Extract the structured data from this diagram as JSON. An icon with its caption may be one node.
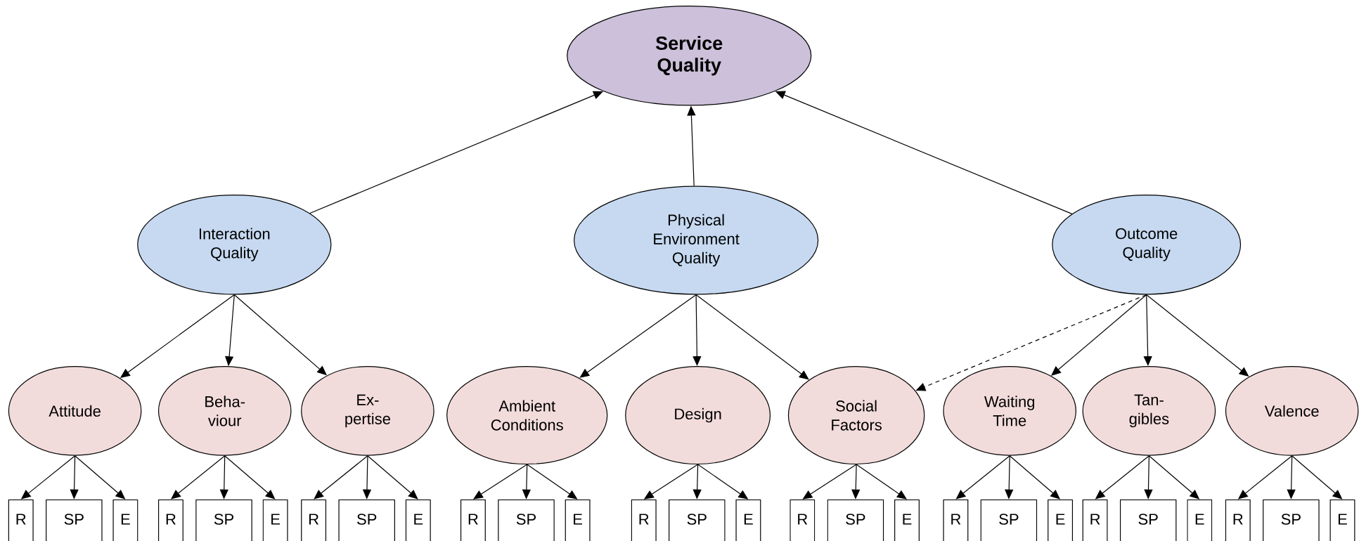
{
  "diagram": {
    "nodes": [
      {
        "text": [
          "Service Quality"
        ]
      },
      {
        "text": [
          "Interaction Quality"
        ]
      },
      {
        "text": [
          "Physical Environment Quality"
        ]
      },
      {
        "text": [
          "Outcome Quality"
        ]
      },
      {
        "text": [
          "Attitude"
        ]
      },
      {
        "text": [
          "Beha- viour"
        ]
      },
      {
        "text": [
          "Ex- pertise"
        ]
      },
      {
        "text": [
          "Ambient Conditions"
        ]
      },
      {
        "text": [
          "Design"
        ]
      },
      {
        "text": [
          "Social Factors"
        ]
      },
      {
        "text": [
          "Waiting Time"
        ]
      },
      {
        "text": [
          "Tan- gibles"
        ]
      },
      {
        "text": [
          "Valence"
        ]
      },
      {
        "text": [
          "R"
        ]
      },
      {
        "text": [
          "SP"
        ]
      },
      {
        "text": [
          "E"
        ]
      },
      {
        "text": [
          "R"
        ]
      },
      {
        "text": [
          "SP"
        ]
      },
      {
        "text": [
          "E"
        ]
      },
      {
        "text": [
          "R"
        ]
      },
      {
        "text": [
          "SP"
        ]
      },
      {
        "text": [
          "E"
        ]
      },
      {
        "text": [
          "R"
        ]
      },
      {
        "text": [
          "SP"
        ]
      },
      {
        "text": [
          "E"
        ]
      },
      {
        "text": [
          "R"
        ]
      },
      {
        "text": [
          "SP"
        ]
      },
      {
        "text": [
          "E"
        ]
      },
      {
        "text": [
          "R"
        ]
      },
      {
        "text": [
          "SP"
        ]
      },
      {
        "text": [
          "E"
        ]
      },
      {
        "text": [
          "R"
        ]
      },
      {
        "text": [
          "SP"
        ]
      },
      {
        "text": [
          "E"
        ]
      },
      {
        "text": [
          "R"
        ]
      },
      {
        "text": [
          "SP"
        ]
      },
      {
        "text": [
          "E"
        ]
      },
      {
        "text": [
          "R"
        ]
      },
      {
        "text": [
          "SP"
        ]
      },
      {
        "text": [
          "E"
        ]
      }
    ],
    "edges": [
      {
        "from": 1,
        "to": 0,
        "arrow": "to"
      },
      {
        "from": 2,
        "to": 0,
        "arrow": "to"
      },
      {
        "from": 3,
        "to": 0,
        "arrow": "to"
      },
      {
        "from": 1,
        "to": 4,
        "arrow": "to"
      },
      {
        "from": 1,
        "to": 5,
        "arrow": "to"
      },
      {
        "from": 1,
        "to": 6,
        "arrow": "to"
      },
      {
        "from": 2,
        "to": 7,
        "arrow": "to"
      },
      {
        "from": 2,
        "to": 8,
        "arrow": "to"
      },
      {
        "from": 2,
        "to": 9,
        "arrow": "to"
      },
      {
        "from": 3,
        "to": 9,
        "arrow": "to",
        "style": "dashed"
      },
      {
        "from": 3,
        "to": 10,
        "arrow": "to"
      },
      {
        "from": 3,
        "to": 11,
        "arrow": "to"
      },
      {
        "from": 3,
        "to": 12,
        "arrow": "to"
      },
      {
        "from": 4,
        "to": 13,
        "arrow": "to"
      },
      {
        "from": 4,
        "to": 14,
        "arrow": "to"
      },
      {
        "from": 4,
        "to": 15,
        "arrow": "to"
      },
      {
        "from": 5,
        "to": 16,
        "arrow": "to"
      },
      {
        "from": 5,
        "to": 17,
        "arrow": "to"
      },
      {
        "from": 5,
        "to": 18,
        "arrow": "to"
      },
      {
        "from": 6,
        "to": 19,
        "arrow": "to"
      },
      {
        "from": 6,
        "to": 20,
        "arrow": "to"
      },
      {
        "from": 6,
        "to": 21,
        "arrow": "to"
      },
      {
        "from": 7,
        "to": 22,
        "arrow": "to"
      },
      {
        "from": 7,
        "to": 23,
        "arrow": "to"
      },
      {
        "from": 7,
        "to": 24,
        "arrow": "to"
      },
      {
        "from": 8,
        "to": 25,
        "arrow": "to"
      },
      {
        "from": 8,
        "to": 26,
        "arrow": "to"
      },
      {
        "from": 8,
        "to": 27,
        "arrow": "to"
      },
      {
        "from": 9,
        "to": 28,
        "arrow": "to"
      },
      {
        "from": 9,
        "to": 29,
        "arrow": "to"
      },
      {
        "from": 9,
        "to": 30,
        "arrow": "to"
      },
      {
        "from": 10,
        "to": 31,
        "arrow": "to"
      },
      {
        "from": 10,
        "to": 32,
        "arrow": "to"
      },
      {
        "from": 10,
        "to": 33,
        "arrow": "to"
      },
      {
        "from": 11,
        "to": 34,
        "arrow": "to"
      },
      {
        "from": 11,
        "to": 35,
        "arrow": "to"
      },
      {
        "from": 11,
        "to": 36,
        "arrow": "to"
      },
      {
        "from": 12,
        "to": 37,
        "arrow": "to"
      },
      {
        "from": 12,
        "to": 38,
        "arrow": "to"
      },
      {
        "from": 12,
        "to": 39,
        "arrow": "to"
      }
    ]
  }
}
